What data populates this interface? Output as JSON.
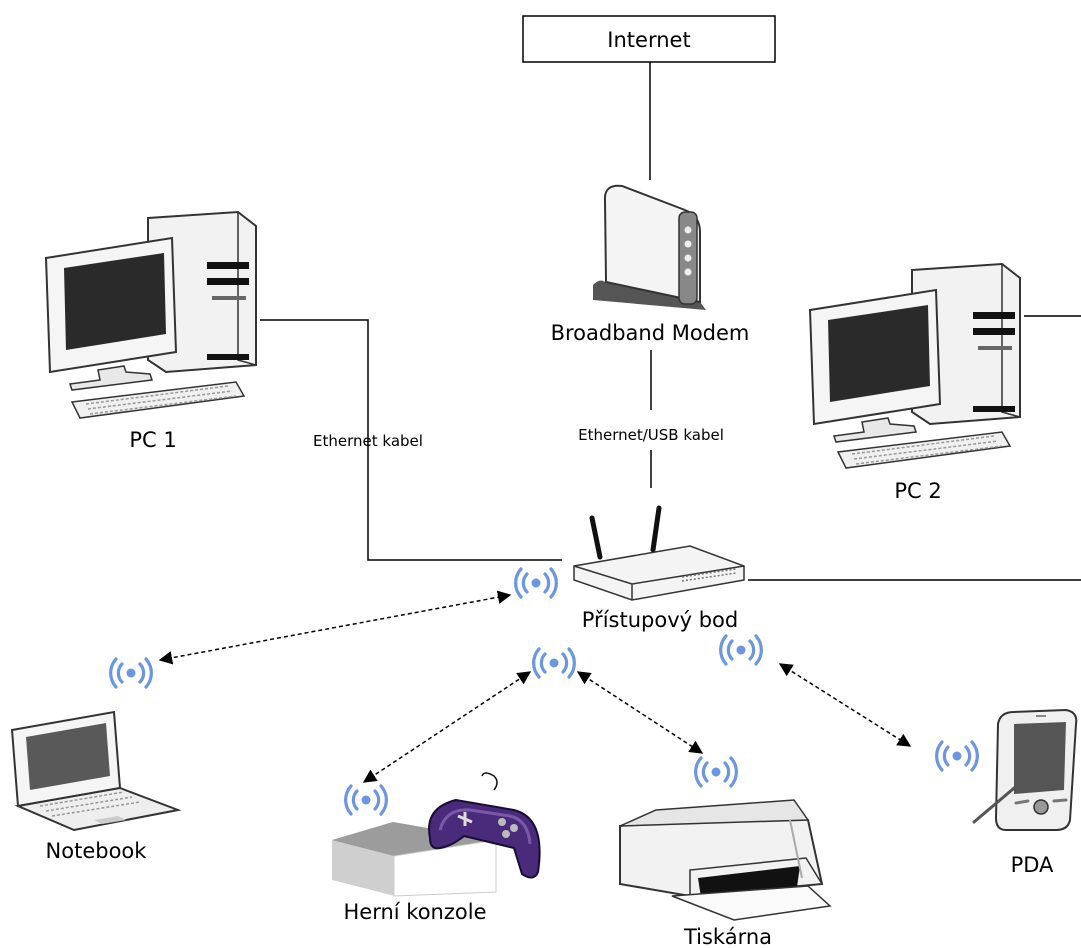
{
  "nodes": {
    "internet": "Internet",
    "modem": "Broadband Modem",
    "pc1": "PC 1",
    "pc2": "PC 2",
    "access_point": "Přístupový bod",
    "notebook": "Notebook",
    "console": "Herní konzole",
    "printer": "Tiskárna",
    "pda": "PDA"
  },
  "edges": {
    "ethernet": "Ethernet kabel",
    "ethernet_usb": "Ethernet/USB kabel"
  },
  "colors": {
    "wifi": "#6b96e0",
    "console_purple": "#4a2a7a"
  },
  "icons": [
    "monitor-icon",
    "tower-icon",
    "keyboard-icon",
    "modem-icon",
    "router-icon",
    "laptop-icon",
    "gamepad-icon",
    "printer-icon",
    "pda-icon",
    "wifi-icon"
  ]
}
